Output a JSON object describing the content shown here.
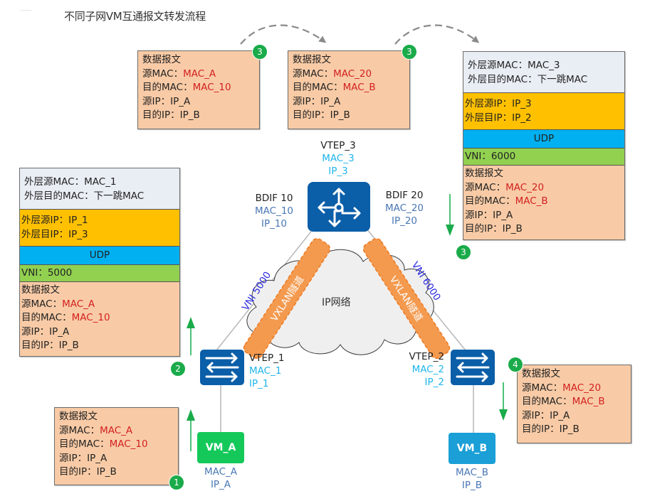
{
  "title": "不同子网VM互通报文转发流程",
  "colors": {
    "packet_bg": "#f8cba6",
    "outer_mac_bg": "#e9edf4",
    "outer_ip_bg": "#ffc000",
    "udp_bg": "#00b0f0",
    "vni_bg": "#92d050",
    "highlight_text": "#d32020",
    "step_badge": "#1aab4a",
    "device_blue": "#0b5ea8",
    "tunnel_orange": "#f39a4f",
    "vm_a": "#14c95a",
    "vm_b": "#1a9fd6",
    "vni_label": "#2a2ae0"
  },
  "packets": {
    "step1": {
      "badge": "1",
      "header": "数据报文",
      "src_mac_label": "源MAC：",
      "src_mac": "MAC_A",
      "dst_mac_label": "目的MAC：",
      "dst_mac": "MAC_10",
      "src_ip": "源IP：IP_A",
      "dst_ip": "目的IP：IP_B"
    },
    "step2": {
      "badge": "2",
      "outer_src_mac": "外层源MAC：MAC_1",
      "outer_dst_mac": "外层目的MAC：下一跳MAC",
      "outer_src_ip": "外层源IP：IP_1",
      "outer_dst_ip": "外层目IP：IP_3",
      "udp": "UDP",
      "vni": "VNI：5000",
      "header": "数据报文",
      "src_mac_label": "源MAC：",
      "src_mac": "MAC_A",
      "dst_mac_label": "目的MAC：",
      "dst_mac": "MAC_10",
      "src_ip": "源IP：IP_A",
      "dst_ip": "目的IP：IP_B"
    },
    "step3a": {
      "badge": "3",
      "header": "数据报文",
      "src_mac_label": "源MAC：",
      "src_mac": "MAC_A",
      "dst_mac_label": "目的MAC：",
      "dst_mac": "MAC_10",
      "src_ip": "源IP：IP_A",
      "dst_ip": "目的IP：IP_B"
    },
    "step3b": {
      "badge": "3",
      "header": "数据报文",
      "src_mac_label": "源MAC：",
      "src_mac": "MAC_20",
      "dst_mac_label": "目的MAC：",
      "dst_mac": "MAC_B",
      "src_ip": "源IP：IP_A",
      "dst_ip": "目的IP：IP_B"
    },
    "step3c": {
      "badge": "3",
      "outer_src_mac": "外层源MAC：MAC_3",
      "outer_dst_mac": "外层目的MAC：下一跳MAC",
      "outer_src_ip": "外层源IP：IP_3",
      "outer_dst_ip": "外层目IP：IP_2",
      "udp": "UDP",
      "vni": "VNI：6000",
      "header": "数据报文",
      "src_mac_label": "源MAC：",
      "src_mac": "MAC_20",
      "dst_mac_label": "目的MAC：",
      "dst_mac": "MAC_B",
      "src_ip": "源IP：IP_A",
      "dst_ip": "目的IP：IP_B"
    },
    "step4": {
      "badge": "4",
      "header": "数据报文",
      "src_mac_label": "源MAC：",
      "src_mac": "MAC_20",
      "dst_mac_label": "目的MAC：",
      "dst_mac": "MAC_B",
      "src_ip": "源IP：IP_A",
      "dst_ip": "目的IP：IP_B"
    }
  },
  "devices": {
    "vtep3": {
      "name": "VTEP_3",
      "mac": "MAC_3",
      "ip": "IP_3",
      "icon": "router-icon"
    },
    "bdif10": {
      "name": "BDIF 10",
      "mac": "MAC_10",
      "ip": "IP_10"
    },
    "bdif20": {
      "name": "BDIF 20",
      "mac": "MAC_20",
      "ip": "IP_20"
    },
    "vtep1": {
      "name": "VTEP_1",
      "mac": "MAC_1",
      "ip": "IP_1",
      "icon": "switch-icon"
    },
    "vtep2": {
      "name": "VTEP_2",
      "mac": "MAC_2",
      "ip": "IP_2",
      "icon": "switch-icon"
    },
    "vm_a": {
      "name": "VM_A",
      "mac": "MAC_A",
      "ip": "IP_A"
    },
    "vm_b": {
      "name": "VM_B",
      "mac": "MAC_B",
      "ip": "IP_B"
    }
  },
  "network": {
    "cloud_label": "IP网络",
    "tunnel_left_label": "VXLAN隧道",
    "tunnel_right_label": "VXLAN隧道",
    "vni_left": "VNI 5000",
    "vni_right": "VNI 6000"
  }
}
